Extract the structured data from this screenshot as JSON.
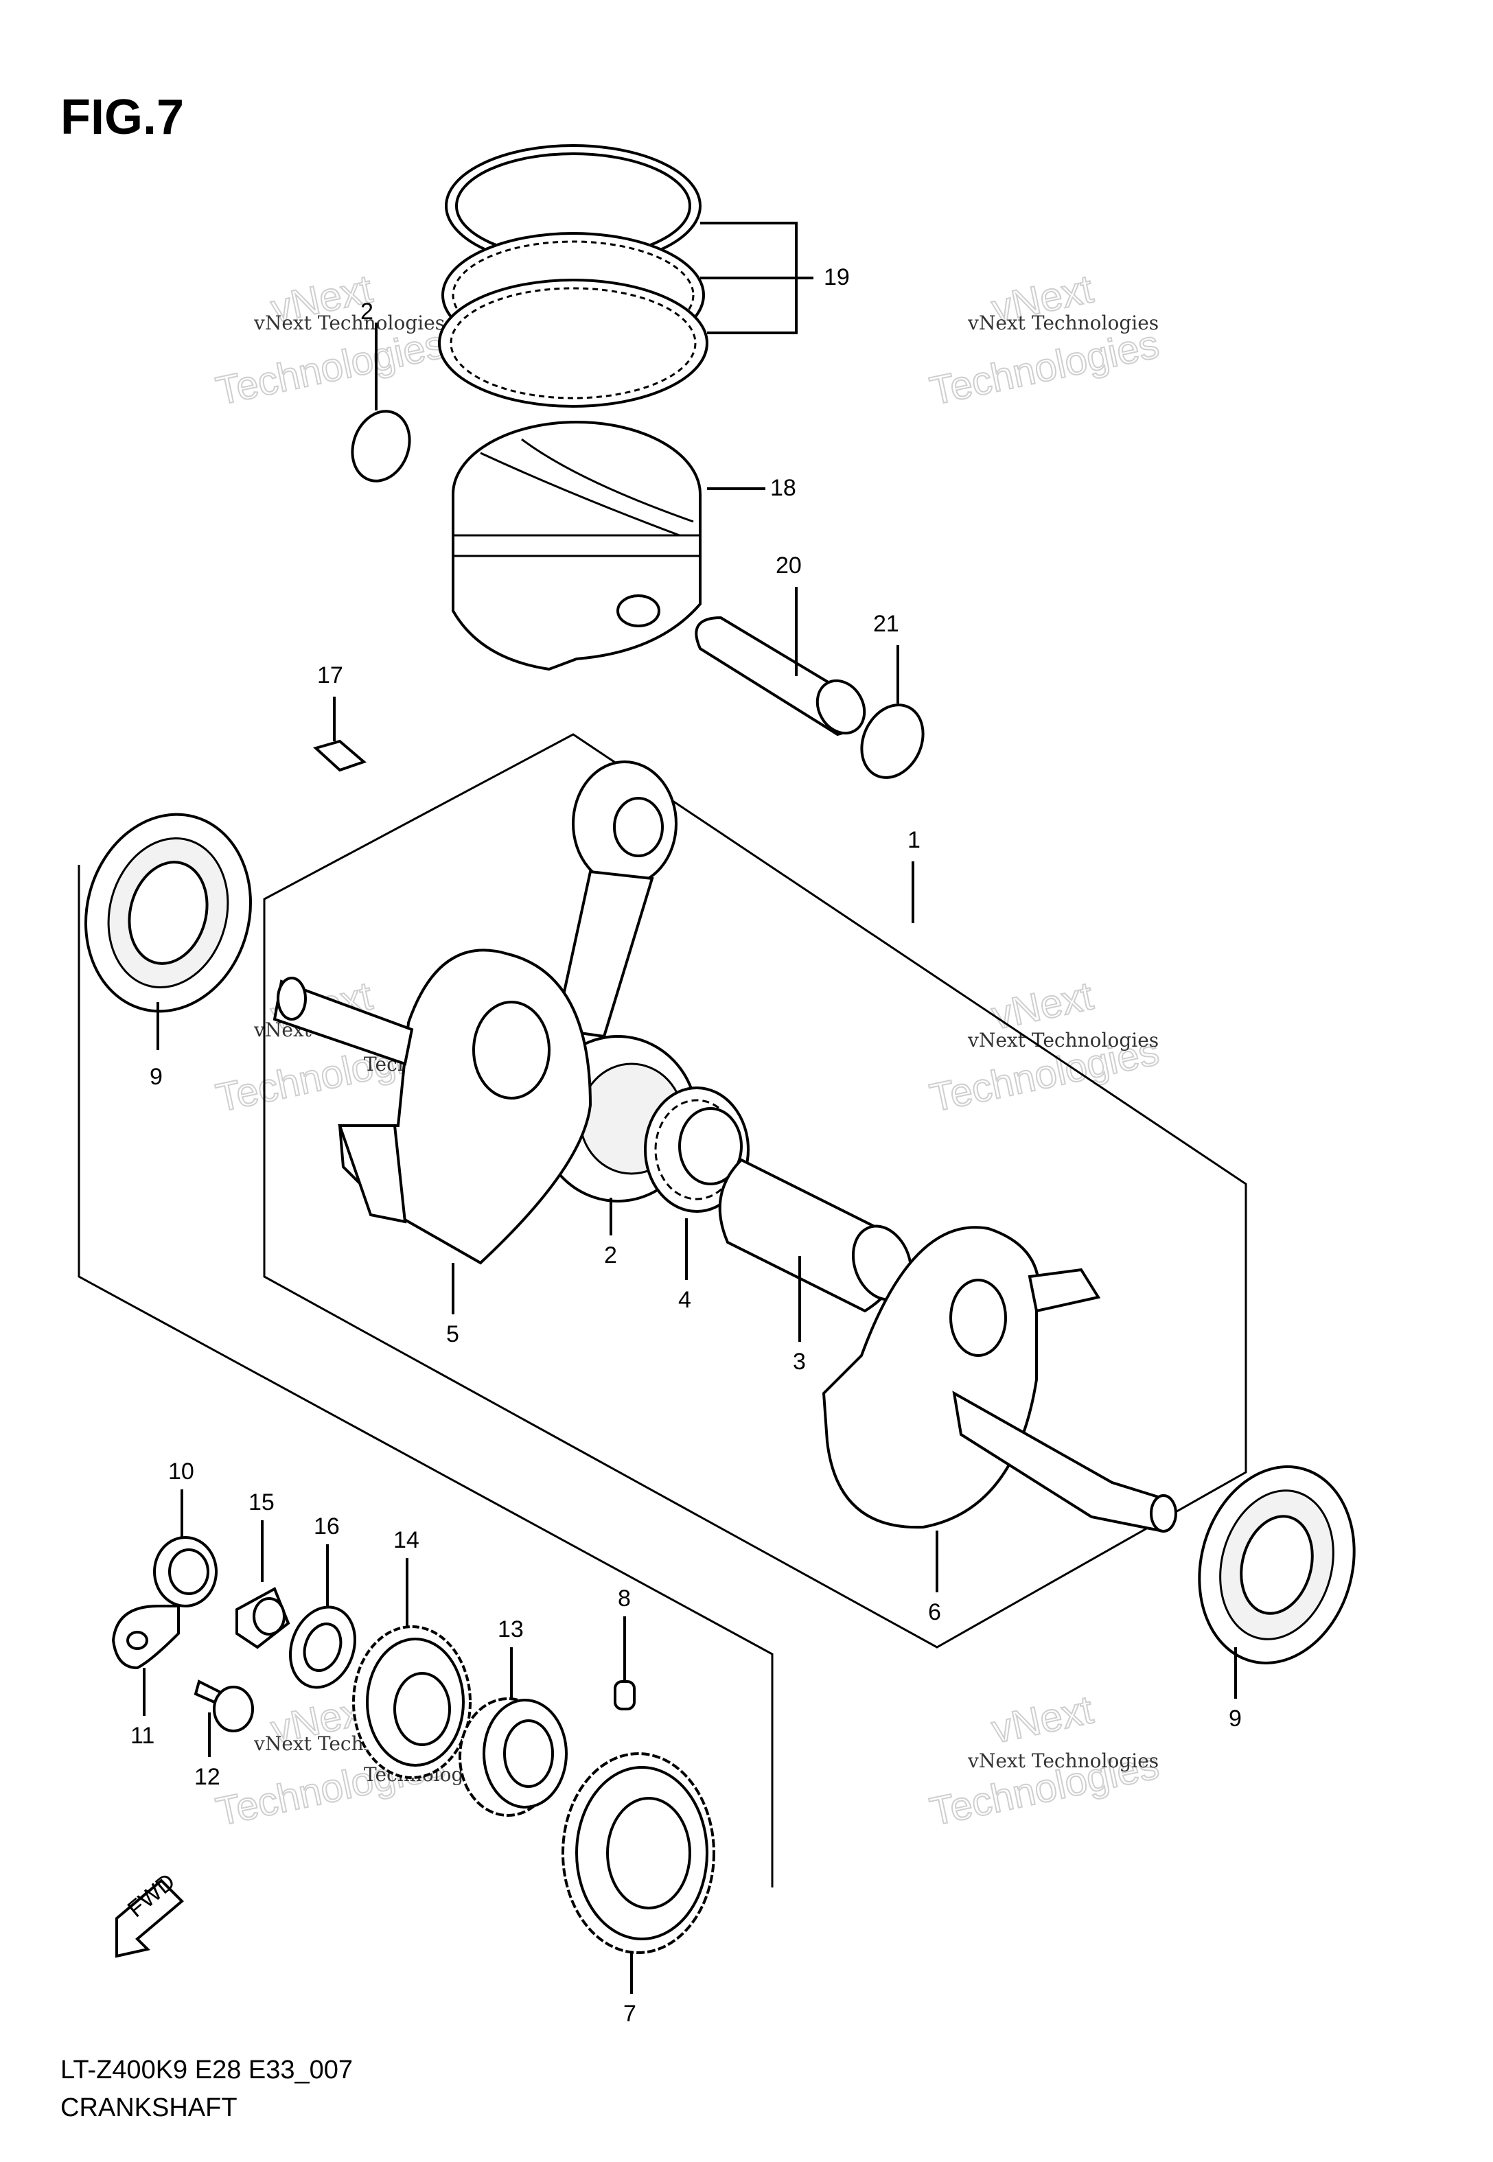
{
  "figure": {
    "title": "FIG.7",
    "model_code": "LT-Z400K9 E28 E33_007",
    "section_name": "CRANKSHAFT",
    "forward_label": "FWD"
  },
  "watermark": {
    "line": "vNext Technologies",
    "word1": "vNext",
    "word2": "Technologies"
  },
  "parts": {
    "p1": "1",
    "p2": "2",
    "p2b": "2",
    "p3": "3",
    "p4": "4",
    "p5": "5",
    "p6": "6",
    "p7": "7",
    "p8": "8",
    "p9a": "9",
    "p9b": "9",
    "p10": "10",
    "p11": "11",
    "p12": "12",
    "p13": "13",
    "p14": "14",
    "p15": "15",
    "p16": "16",
    "p17": "17",
    "p18": "18",
    "p19": "19",
    "p20": "20",
    "p21": "21"
  }
}
